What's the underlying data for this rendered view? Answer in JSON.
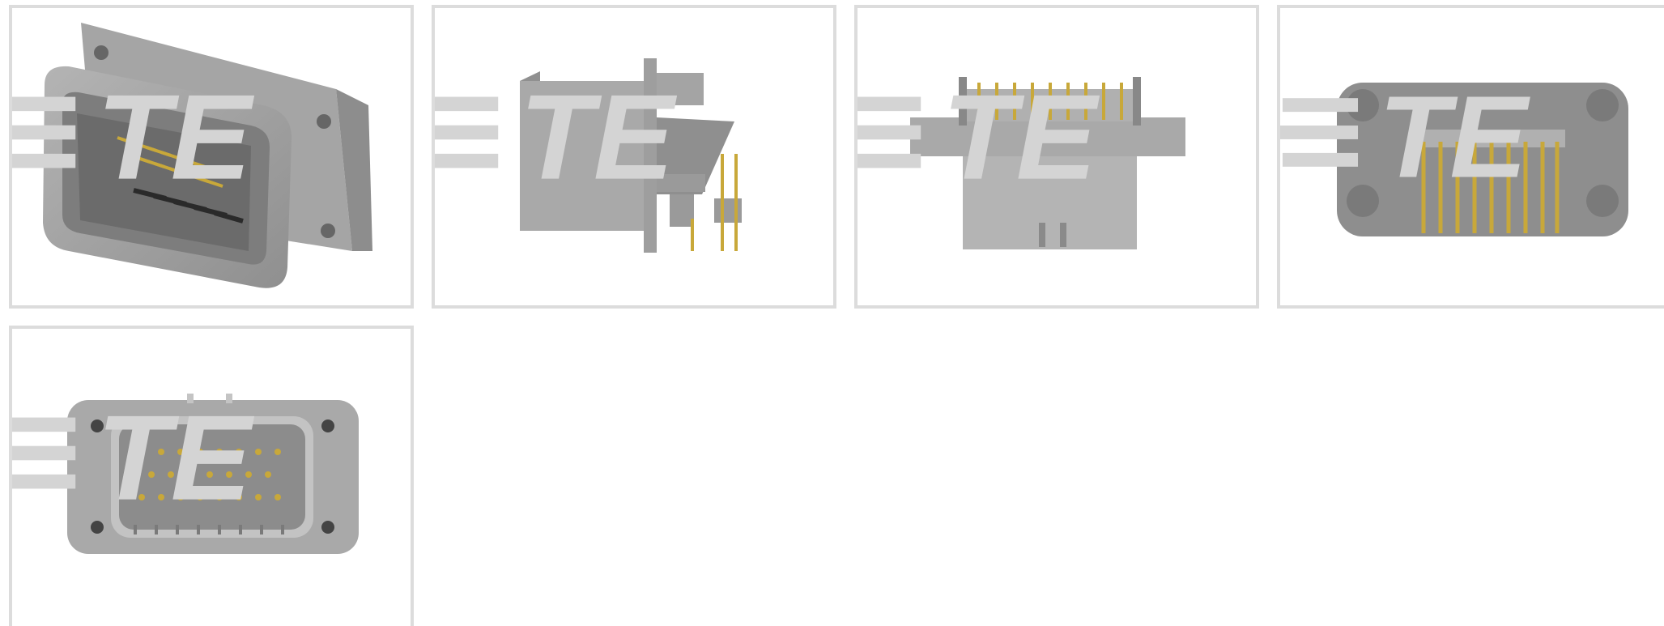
{
  "gallery": {
    "thumbnails": [
      {
        "view": "isometric",
        "logo_text": "TE"
      },
      {
        "view": "side",
        "logo_text": "TE"
      },
      {
        "view": "top",
        "logo_text": "TE"
      },
      {
        "view": "rear",
        "logo_text": "TE"
      },
      {
        "view": "front",
        "logo_text": "TE"
      }
    ]
  },
  "colors": {
    "frame_border": "#dcdcdc",
    "housing_gray": "#a9a9a9",
    "housing_dark": "#8e8e8e",
    "pin_gold": "#c8a83a",
    "logo_gray": "#d4d4d4"
  }
}
